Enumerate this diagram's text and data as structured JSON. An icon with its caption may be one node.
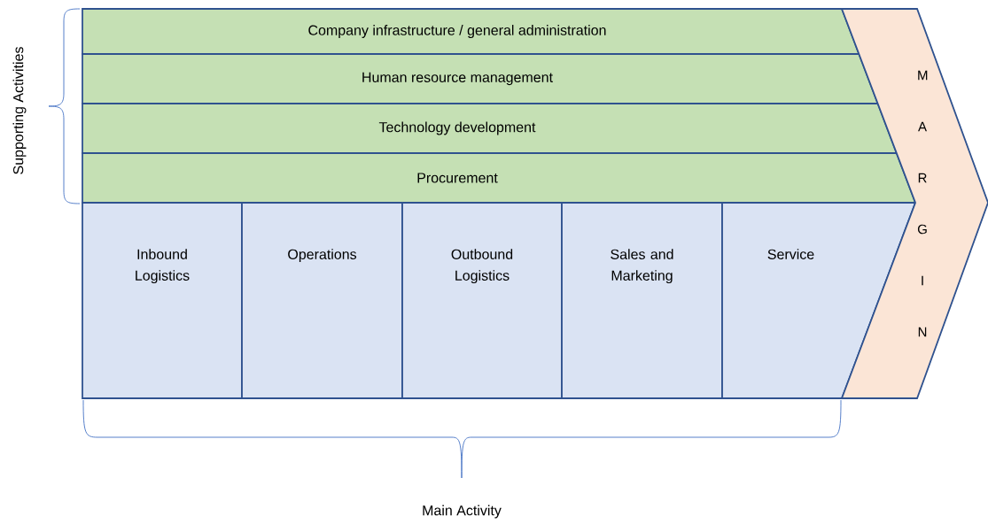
{
  "diagram": {
    "nodes": [
      {
        "text": [
          "Company infrastructure / general administration"
        ]
      },
      {
        "text": [
          "Human resource management"
        ]
      },
      {
        "text": [
          "Technology development"
        ]
      },
      {
        "text": [
          "Procurement"
        ]
      },
      {
        "text": [
          "Inbound Logistics"
        ]
      },
      {
        "text": [
          "Operations"
        ]
      },
      {
        "text": [
          "Outbound Logistics"
        ]
      },
      {
        "text": [
          "Sales and Marketing"
        ]
      },
      {
        "text": [
          "Service"
        ]
      },
      {
        "text": [
          "M A R G I N"
        ]
      }
    ],
    "labels": [
      "Supporting Activities",
      "Main Activity"
    ]
  }
}
